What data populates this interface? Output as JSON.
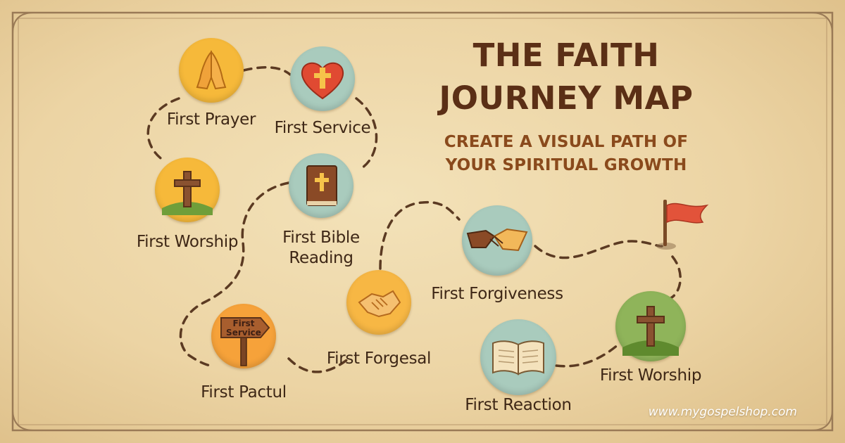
{
  "title": "THE FAITH JOURNEY MAP",
  "subtitle": "CREATE A VISUAL PATH OF YOUR SPIRITUAL GROWTH",
  "website": "www.mygospelshop.com",
  "colors": {
    "background": "#ecd4a4",
    "frame": "#8a6a48",
    "path": "#5b3a22",
    "title": "#5b2f16",
    "subtitle": "#8a4a1c",
    "label": "#3e2716",
    "flag": "#e2533a"
  },
  "milestones": [
    {
      "id": "first-prayer",
      "label": "First Prayer",
      "icon": "praying-hands-icon",
      "badge_color": "#f6b93a"
    },
    {
      "id": "first-service-heart",
      "label": "First Service",
      "icon": "heart-cross-icon",
      "badge_color": "#a9cbbd"
    },
    {
      "id": "first-worship-cross",
      "label": "First Worship",
      "icon": "cross-on-hill-icon",
      "badge_color": "#f6b93a"
    },
    {
      "id": "first-bible-reading",
      "label": "First Bible Reading",
      "icon": "bible-icon",
      "badge_color": "#a9cbbd"
    },
    {
      "id": "first-pactul",
      "label": "First Pactul",
      "icon": "signpost-icon",
      "sign_text": "First Service",
      "badge_color": "#f6a23a"
    },
    {
      "id": "first-forgesal",
      "label": "First Forgesal",
      "icon": "handshake-icon",
      "badge_color": "#f7b744"
    },
    {
      "id": "first-forgiveness",
      "label": "First Forgiveness",
      "icon": "handshake-icon",
      "badge_color": "#a9cbbd"
    },
    {
      "id": "first-reaction",
      "label": "First Reaction",
      "icon": "open-book-icon",
      "badge_color": "#a9cbbd"
    },
    {
      "id": "first-worship-end",
      "label": "First Worship",
      "icon": "cross-on-hill-icon",
      "badge_color": "#8fb45a"
    }
  ],
  "goal": {
    "icon": "flag-icon"
  }
}
